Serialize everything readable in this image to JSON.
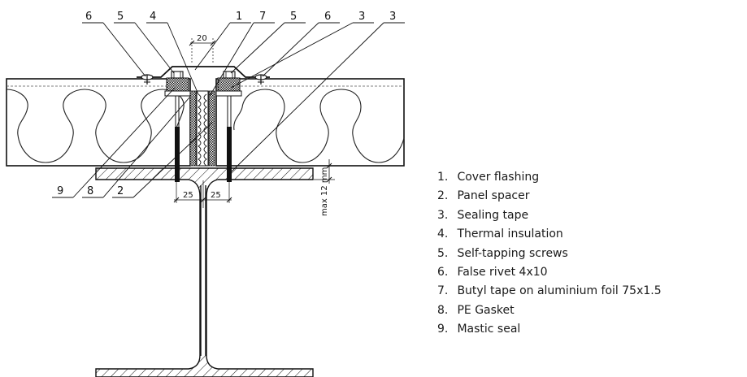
{
  "callouts_top": [
    "6",
    "5",
    "4",
    "1",
    "7",
    "5",
    "6",
    "3",
    "3"
  ],
  "callouts_bottom": [
    "9",
    "8",
    "2"
  ],
  "dimensions": {
    "gap": "20",
    "flange_left": "25",
    "flange_right": "25",
    "vertical": "max 12 mm"
  },
  "legend": [
    {
      "num": "1.",
      "text": "Cover flashing"
    },
    {
      "num": "2.",
      "text": "Panel spacer"
    },
    {
      "num": "3.",
      "text": "Sealing tape"
    },
    {
      "num": "4.",
      "text": "Thermal insulation"
    },
    {
      "num": "5.",
      "text": "Self-tapping screws"
    },
    {
      "num": "6.",
      "text": "False rivet 4x10"
    },
    {
      "num": "7.",
      "text": "Butyl tape on aluminium foil 75x1.5"
    },
    {
      "num": "8.",
      "text": "PE Gasket"
    },
    {
      "num": "9.",
      "text": "Mastic seal"
    }
  ]
}
